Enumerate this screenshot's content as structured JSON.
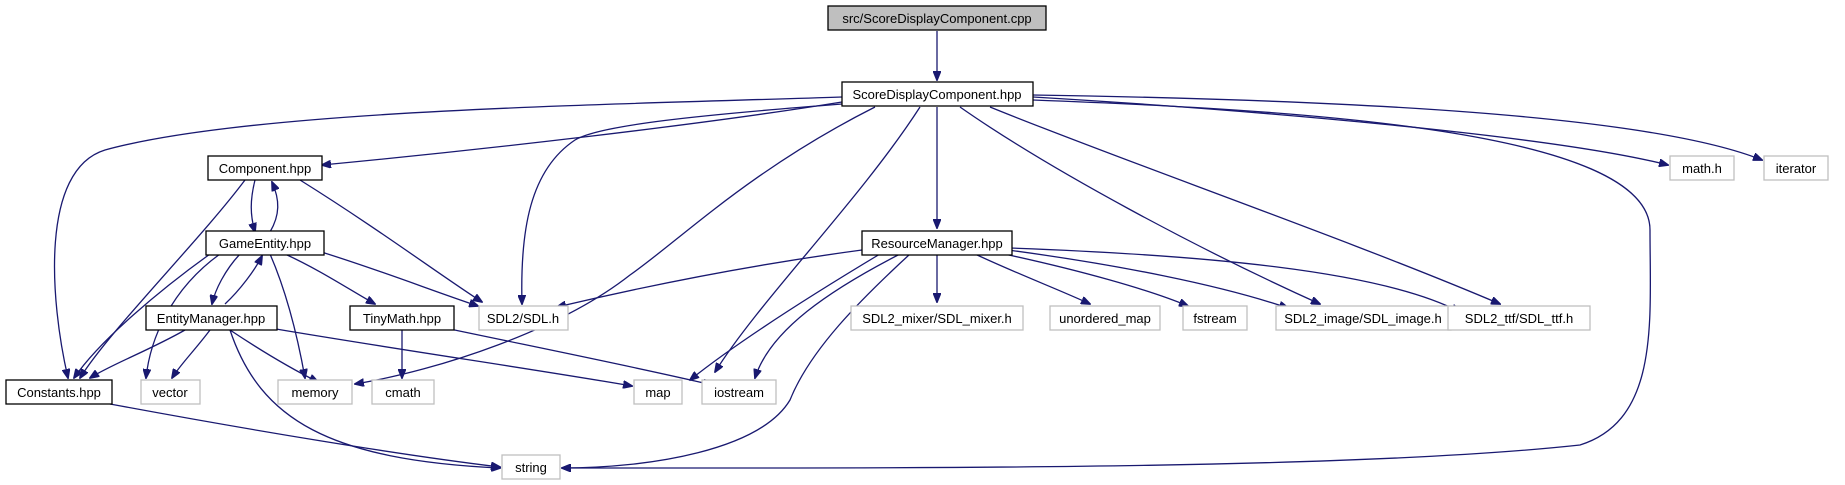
{
  "diagram": {
    "colors": {
      "edge": "#191970",
      "root_fill": "#bfbfbf",
      "internal_border": "#000000",
      "external_border": "#bfbfbf"
    },
    "nodes": {
      "root": "src/ScoreDisplayComponent.cpp",
      "sdc_hpp": "ScoreDisplayComponent.hpp",
      "component": "Component.hpp",
      "gameentity": "GameEntity.hpp",
      "entitymanager": "EntityManager.hpp",
      "tinymath": "TinyMath.hpp",
      "constants": "Constants.hpp",
      "resourcemanager": "ResourceManager.hpp",
      "sdl": "SDL2/SDL.h",
      "vector": "vector",
      "memory": "memory",
      "cmath": "cmath",
      "map": "map",
      "iostream": "iostream",
      "string": "string",
      "mixer": "SDL2_mixer/SDL_mixer.h",
      "unordered_map": "unordered_map",
      "fstream": "fstream",
      "image": "SDL2_image/SDL_image.h",
      "ttf": "SDL2_ttf/SDL_ttf.h",
      "math": "math.h",
      "iterator": "iterator"
    }
  }
}
